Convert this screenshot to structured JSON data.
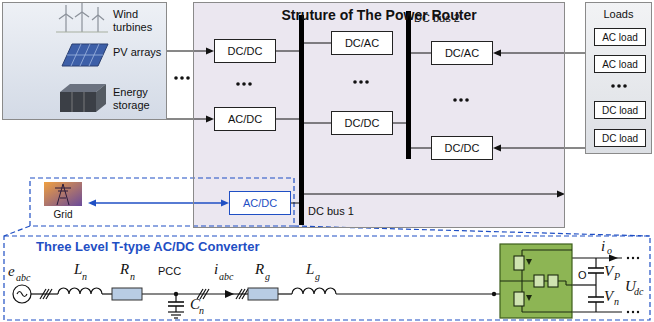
{
  "diagram": {
    "nodes": [
      {
        "text": [
          "Wind turbines",
          "PV arrays",
          "Energy storage"
        ]
      },
      {
        "text": [
          "Grid"
        ]
      },
      {
        "text": [
          "Struture of The Power Router"
        ]
      },
      {
        "text": [
          "DC/DC"
        ],
        "in": 2
      },
      {
        "text": [
          "AC/DC"
        ],
        "in": 2
      },
      {
        "text": [
          "AC/DC"
        ],
        "in": 2
      },
      {
        "text": [
          "DC bus 1"
        ],
        "in": 2
      },
      {
        "text": [
          "DC/AC"
        ],
        "in": 2
      },
      {
        "text": [
          "DC/DC"
        ],
        "in": 2
      },
      {
        "text": [
          "DC bus 2"
        ],
        "in": 2
      },
      {
        "text": [
          "DC/AC"
        ],
        "in": 2
      },
      {
        "text": [
          "DC/DC"
        ],
        "in": 2
      },
      {
        "text": [
          "Loads"
        ]
      },
      {
        "text": [
          "AC load"
        ],
        "in": 12
      },
      {
        "text": [
          "AC load"
        ],
        "in": 12
      },
      {
        "text": [
          "DC load"
        ],
        "in": 12
      },
      {
        "text": [
          "DC load"
        ],
        "in": 12
      }
    ],
    "edges": [
      {
        "from": 0,
        "to": 3,
        "arrow": "to"
      },
      {
        "from": 0,
        "to": 4,
        "arrow": "to"
      },
      {
        "from": 1,
        "to": 5,
        "arrow": "both"
      },
      {
        "from": 3,
        "to": 6,
        "arrow": "none"
      },
      {
        "from": 4,
        "to": 6,
        "arrow": "none"
      },
      {
        "from": 5,
        "to": 6,
        "arrow": "none"
      },
      {
        "from": 6,
        "to": 7,
        "arrow": "none"
      },
      {
        "from": 6,
        "to": 8,
        "arrow": "none"
      },
      {
        "from": 8,
        "to": 9,
        "arrow": "none"
      },
      {
        "from": 9,
        "to": 10,
        "arrow": "none"
      },
      {
        "from": 9,
        "to": 11,
        "arrow": "none"
      },
      {
        "from": 12,
        "to": 10,
        "arrow": "to"
      },
      {
        "from": 12,
        "to": 11,
        "arrow": "to"
      }
    ],
    "labels": [
      "Three Level T-type AC/DC Converter",
      "e",
      "abc",
      "L",
      "n",
      "R",
      "n",
      "PCC",
      "C",
      "n",
      "i",
      "abc",
      "R",
      "g",
      "L",
      "g",
      "i",
      "o",
      "V",
      "P",
      "O",
      "V",
      "n",
      "U",
      "dc"
    ]
  }
}
